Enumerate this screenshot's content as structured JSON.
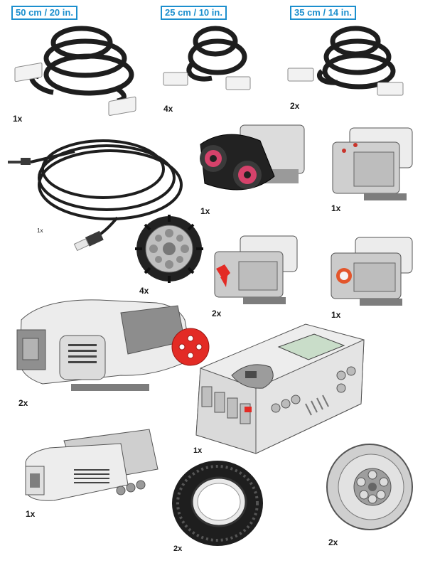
{
  "cable_labels": {
    "cable_50": "50 cm / 20 in.",
    "cable_25": "25 cm / 10 in.",
    "cable_35": "35 cm / 14 in."
  },
  "quantities": {
    "cable_50": "1x",
    "cable_25": "4x",
    "cable_35": "2x",
    "usb_cable": "1x",
    "ultrasonic_sensor": "1x",
    "gyro_sensor": "1x",
    "ball_wheel": "4x",
    "touch_sensor": "2x",
    "color_sensor": "1x",
    "large_motor": "2x",
    "ev3_brick": "1x",
    "medium_motor": "1x",
    "tire": "2x",
    "rim": "2x"
  },
  "colors": {
    "label_border": "#1c8fce",
    "cable": "#1e1e1e",
    "part_grey": "#cfcfcf",
    "part_dark": "#5a5a5a",
    "accent_red": "#e32b25"
  },
  "icons": [
    "cable-50cm-icon",
    "cable-25cm-icon",
    "cable-35cm-icon",
    "usb-cable-icon",
    "ultrasonic-sensor-icon",
    "gyro-sensor-icon",
    "ball-wheel-icon",
    "touch-sensor-icon",
    "color-sensor-icon",
    "large-motor-icon",
    "ev3-brick-icon",
    "medium-motor-icon",
    "tire-icon",
    "rim-icon"
  ]
}
